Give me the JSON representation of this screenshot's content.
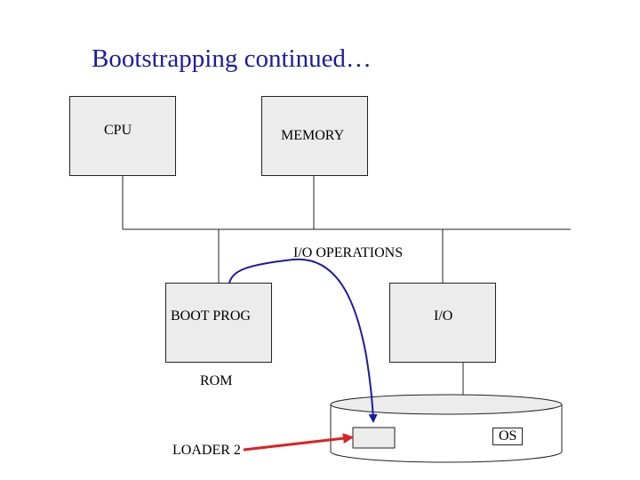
{
  "title": "Bootstrapping continued…",
  "labels": {
    "cpu": "CPU",
    "memory": "MEMORY",
    "io_operations": "I/O OPERATIONS",
    "boot_prog": "BOOT PROG",
    "io": "I/O",
    "rom": "ROM",
    "loader2": "LOADER 2",
    "os": "OS"
  },
  "colors": {
    "title": "#1a1aa6",
    "box_fill": "#ececec",
    "io_arrow": "#1a1aa6",
    "loader_arrow": "#e02020"
  }
}
